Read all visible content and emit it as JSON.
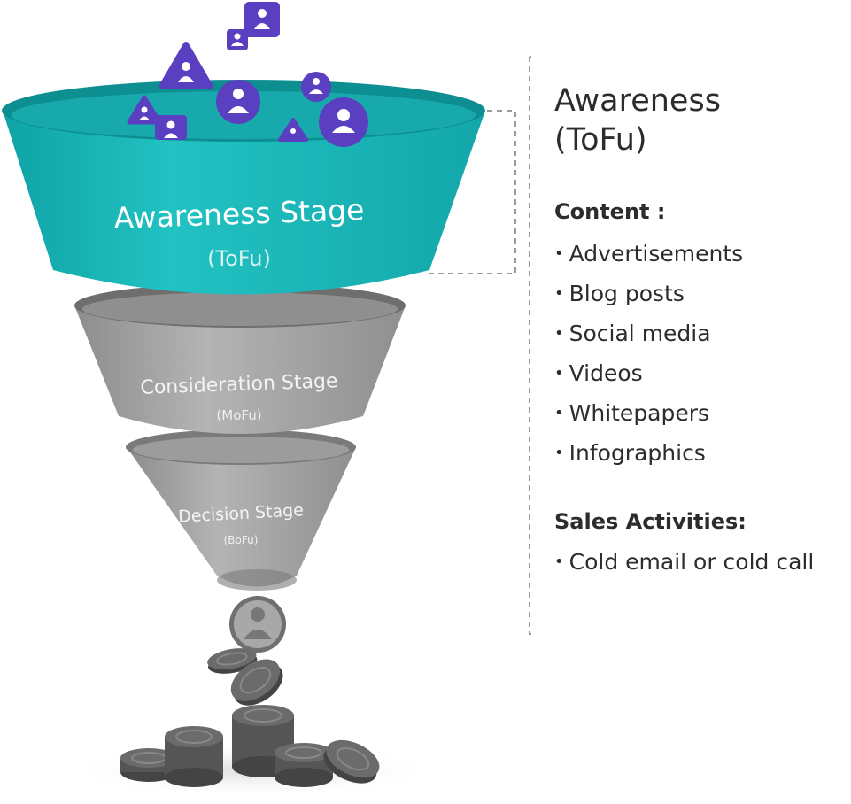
{
  "stages": [
    {
      "name": "Awareness Stage",
      "abbr": "(ToFu)"
    },
    {
      "name": "Consideration Stage",
      "abbr": "(MoFu)"
    },
    {
      "name": "Decision Stage",
      "abbr": "(BoFu)"
    }
  ],
  "panel": {
    "title_line1": "Awareness",
    "title_line2": "(ToFu)",
    "content_heading": "Content :",
    "content_items": [
      "Advertisements",
      "Blog posts",
      "Social media",
      "Videos",
      "Whitepapers",
      "Infographics"
    ],
    "sales_heading": "Sales Activities:",
    "sales_items": [
      "Cold email or cold call"
    ]
  },
  "colors": {
    "tofu": "#1fb8b8",
    "tofu_dark": "#0e8c8f",
    "mofu": "#a9a9a9",
    "bofu": "#a3a3a3",
    "people_icons": "#5a3fc0",
    "coins": "#6b6b6b"
  },
  "icons": {
    "people": "person-icon",
    "coins": "coin-icon"
  }
}
